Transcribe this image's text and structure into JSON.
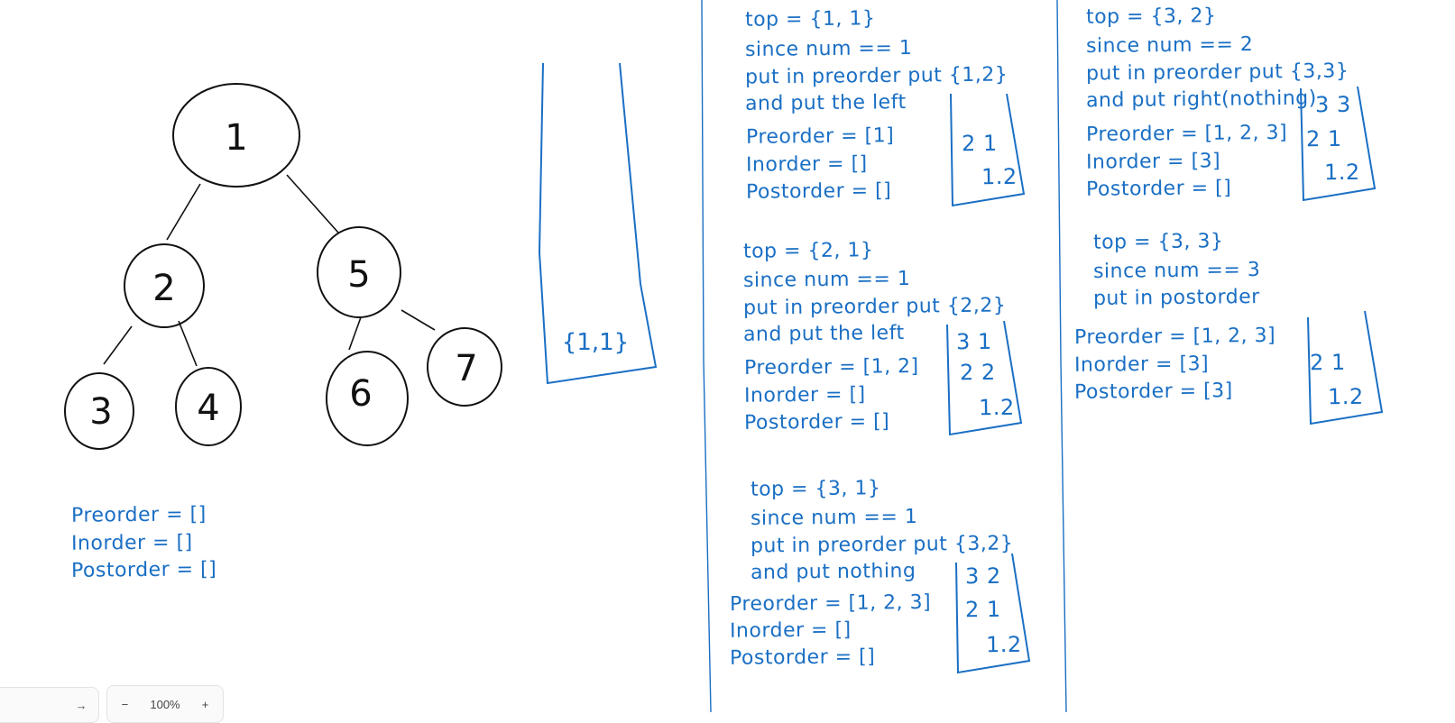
{
  "tree": {
    "nodes": [
      {
        "id": "n1",
        "label": "1"
      },
      {
        "id": "n2",
        "label": "2"
      },
      {
        "id": "n5",
        "label": "5"
      },
      {
        "id": "n3",
        "label": "3"
      },
      {
        "id": "n4",
        "label": "4"
      },
      {
        "id": "n6",
        "label": "6"
      },
      {
        "id": "n7",
        "label": "7"
      }
    ],
    "edges": [
      [
        "n1",
        "n2"
      ],
      [
        "n1",
        "n5"
      ],
      [
        "n2",
        "n3"
      ],
      [
        "n2",
        "n4"
      ],
      [
        "n5",
        "n6"
      ],
      [
        "n5",
        "n7"
      ]
    ]
  },
  "initial_stack": {
    "label": "{1,1}"
  },
  "initial_lists": {
    "preorder": "Preorder = []",
    "inorder": "Inorder = []",
    "postorder": "Postorder = []"
  },
  "steps": [
    {
      "lines": [
        "top = {1, 1}",
        "since num == 1",
        "put in preorder put {1,2}",
        "and put the left"
      ],
      "preorder": "Preorder = [1]",
      "inorder": "Inorder = []",
      "postorder": "Postorder = []",
      "stack": [
        "2 1",
        "1.2"
      ]
    },
    {
      "lines": [
        "top = {2, 1}",
        "since num == 1",
        "put in preorder put {2,2}",
        "and put the left"
      ],
      "preorder": "Preorder = [1, 2]",
      "inorder": "Inorder = []",
      "postorder": "Postorder = []",
      "stack": [
        "3 1",
        "2 2",
        "1.2"
      ]
    },
    {
      "lines": [
        "top = {3, 1}",
        "since num == 1",
        "put in preorder put {3,2}",
        "and put nothing"
      ],
      "preorder": "Preorder = [1, 2, 3]",
      "inorder": "Inorder = []",
      "postorder": "Postorder = []",
      "stack": [
        "3 2",
        "2 1",
        "1.2"
      ]
    },
    {
      "lines": [
        "top = {3, 2}",
        "since num == 2",
        "put in preorder put {3,3}",
        "and put right(nothing)"
      ],
      "preorder": "Preorder = [1, 2, 3]",
      "inorder": "Inorder = [3]",
      "postorder": "Postorder = []",
      "stack": [
        "3 3",
        "2 1",
        "1.2"
      ]
    },
    {
      "lines": [
        "top = {3, 3}",
        "since num == 3",
        "put in postorder"
      ],
      "preorder": "Preorder = [1, 2, 3]",
      "inorder": "Inorder = [3]",
      "postorder": "Postorder = [3]",
      "stack": [
        "2 1",
        "1.2"
      ]
    }
  ],
  "toolbar": {
    "zoom_out": "−",
    "zoom_level": "100%",
    "zoom_in": "+",
    "left_icon": "arrow-icon"
  },
  "colors": {
    "ink": "#1a6fc4",
    "tree_ink": "#111111"
  }
}
